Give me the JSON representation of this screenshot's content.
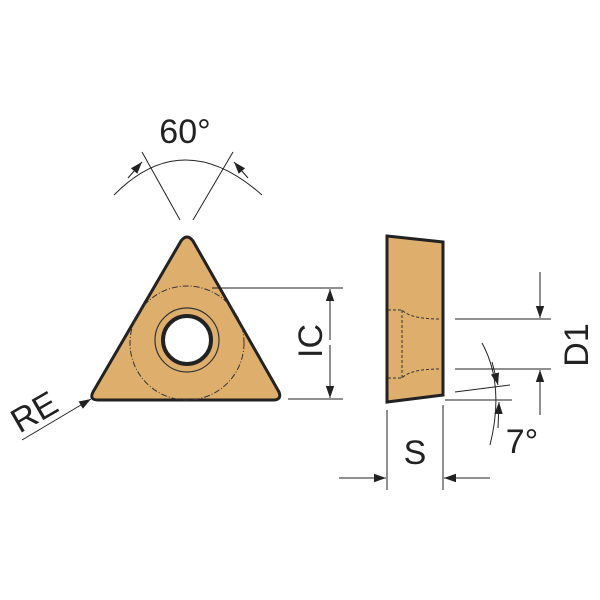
{
  "title": "Triangular insert dimensions",
  "colors": {
    "insert_fill": "#deae6c",
    "outline": "#222222"
  },
  "labels": {
    "angle_top": "60°",
    "corner_radius": "RE",
    "inscribed_circle": "IC",
    "hole_diameter": "D1",
    "thickness": "S",
    "clearance_angle": "7°"
  }
}
